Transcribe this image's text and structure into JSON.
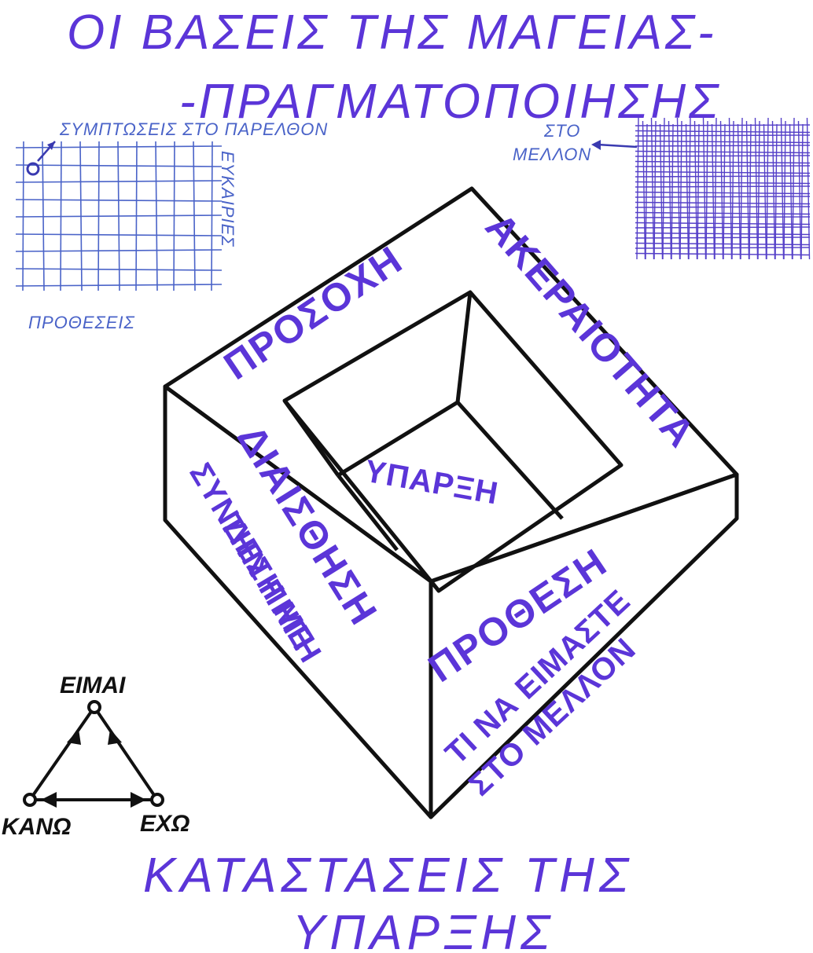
{
  "title": {
    "line1": "ΟΙ ΒΑΣΕΙΣ ΤΗΣ ΜΑΓΕΙΑΣ-",
    "line2": "-ΠΡΑΓΜΑΤΟΠΟΙΗΣΗΣ"
  },
  "past_grid": {
    "top_label": "ΣΥΜΠΤΩΣΕΙΣ ΣΤΟ ΠΑΡΕΛΘΟΝ",
    "side_label": "ΕΥΚΑΙΡΙΕΣ",
    "bottom_label": "ΠΡΟΘΕΣΕΙΣ"
  },
  "future_grid": {
    "label_line1": "ΣΤΟ",
    "label_line2": "ΜΕΛΛΟΝ"
  },
  "frame": {
    "top_face": "ΠΡΟΣΟΧΗ",
    "right_face": "ΑΚΕΡΑΙΟΤΗΤΑ",
    "left_inner_face": "ΔΙΑΙΣΘΗΣΗ",
    "bottom_face": "ΠΡΟΘΕΣΗ",
    "center": "ΥΠΑΡΞΗ",
    "left_side_line1": "ΣΥΝΔΕΣΗ ΜΕ",
    "left_side_line2": "ΤΗΝ ΠΗΓΗ",
    "front_side_line1": "ΤΙ ΝΑ ΕΙΜΑΣΤΕ",
    "front_side_line2": "ΣΤΟ ΜΕΛΛΟΝ"
  },
  "triangle": {
    "top": "ΕΙΜΑΙ",
    "left": "ΚΑΝΩ",
    "right": "ΕΧΩ"
  },
  "bottom": {
    "line1": "ΚΑΤΑΣΤΑΣΕΙΣ ΤΗΣ",
    "line2": "ΥΠΑΡΞΗΣ"
  },
  "colors": {
    "ink_blue": "#5b35d8",
    "ink_black": "#111111",
    "grid_blue": "#4a63c8"
  }
}
